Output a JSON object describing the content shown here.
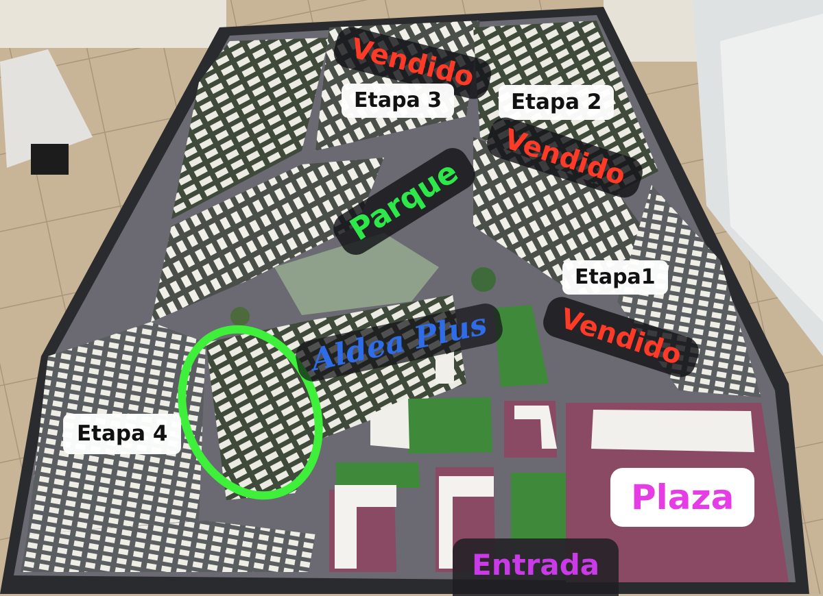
{
  "labels": {
    "vendido_3": "Vendido",
    "etapa_3": "Etapa 3",
    "etapa_2": "Etapa 2",
    "vendido_2": "Vendido",
    "parque": "Parque",
    "etapa_1": "Etapa1",
    "vendido_1": "Vendido",
    "aldea_plus": "Aldea Plus",
    "etapa_4": "Etapa 4",
    "plaza": "Plaza",
    "entrada": "Entrada"
  },
  "colors": {
    "vendido": "#ff3a26",
    "parque": "#2ee84a",
    "aldea_plus": "#2f6de8",
    "plaza": "#e63ce6",
    "entrada": "#c93be6",
    "highlight_ellipse": "#3ef03a"
  }
}
